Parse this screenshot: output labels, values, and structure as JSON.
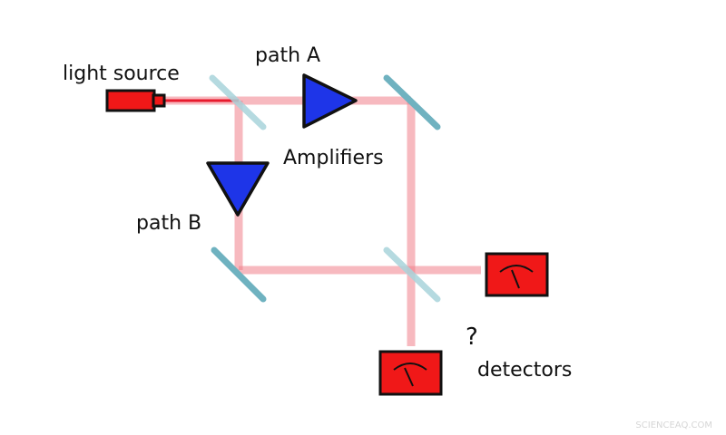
{
  "labels": {
    "light_source": "light source",
    "path_a": "path A",
    "path_b": "path B",
    "amplifiers": "Amplifiers",
    "question": "?",
    "detectors": "detectors"
  },
  "watermark": "SCIENCEAQ.COM",
  "colors": {
    "beam": "#f0808a",
    "beam_core": "#e8192c",
    "mirror": "#6fb2c0",
    "splitter": "#a8d3da",
    "amplifier": "#1e35e8",
    "detector": "#f01818",
    "source": "#f01818",
    "outline": "#111111"
  },
  "icons": {
    "source": "laser-source-icon",
    "amplifier": "triangle-amplifier-icon",
    "detector": "gauge-meter-icon"
  }
}
